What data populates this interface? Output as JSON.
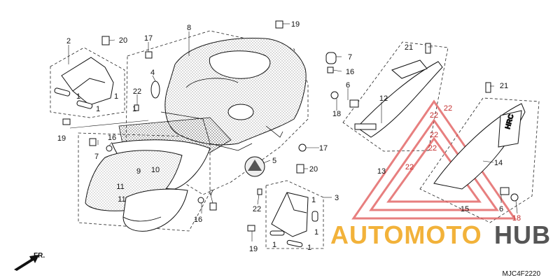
{
  "diagram": {
    "part_code": "MJC4F2220",
    "direction_label": "FR.",
    "watermark": {
      "part1": "AUTOMOTO",
      "part2": "HUB",
      "color1": "#f2b23a",
      "color2": "#555555",
      "triangle_color": "#e05555"
    },
    "callouts": [
      "1",
      "2",
      "3",
      "4",
      "5",
      "6",
      "7",
      "8",
      "9",
      "10",
      "11",
      "12",
      "13",
      "14",
      "15",
      "16",
      "17",
      "18",
      "19",
      "20",
      "21",
      "22"
    ]
  }
}
